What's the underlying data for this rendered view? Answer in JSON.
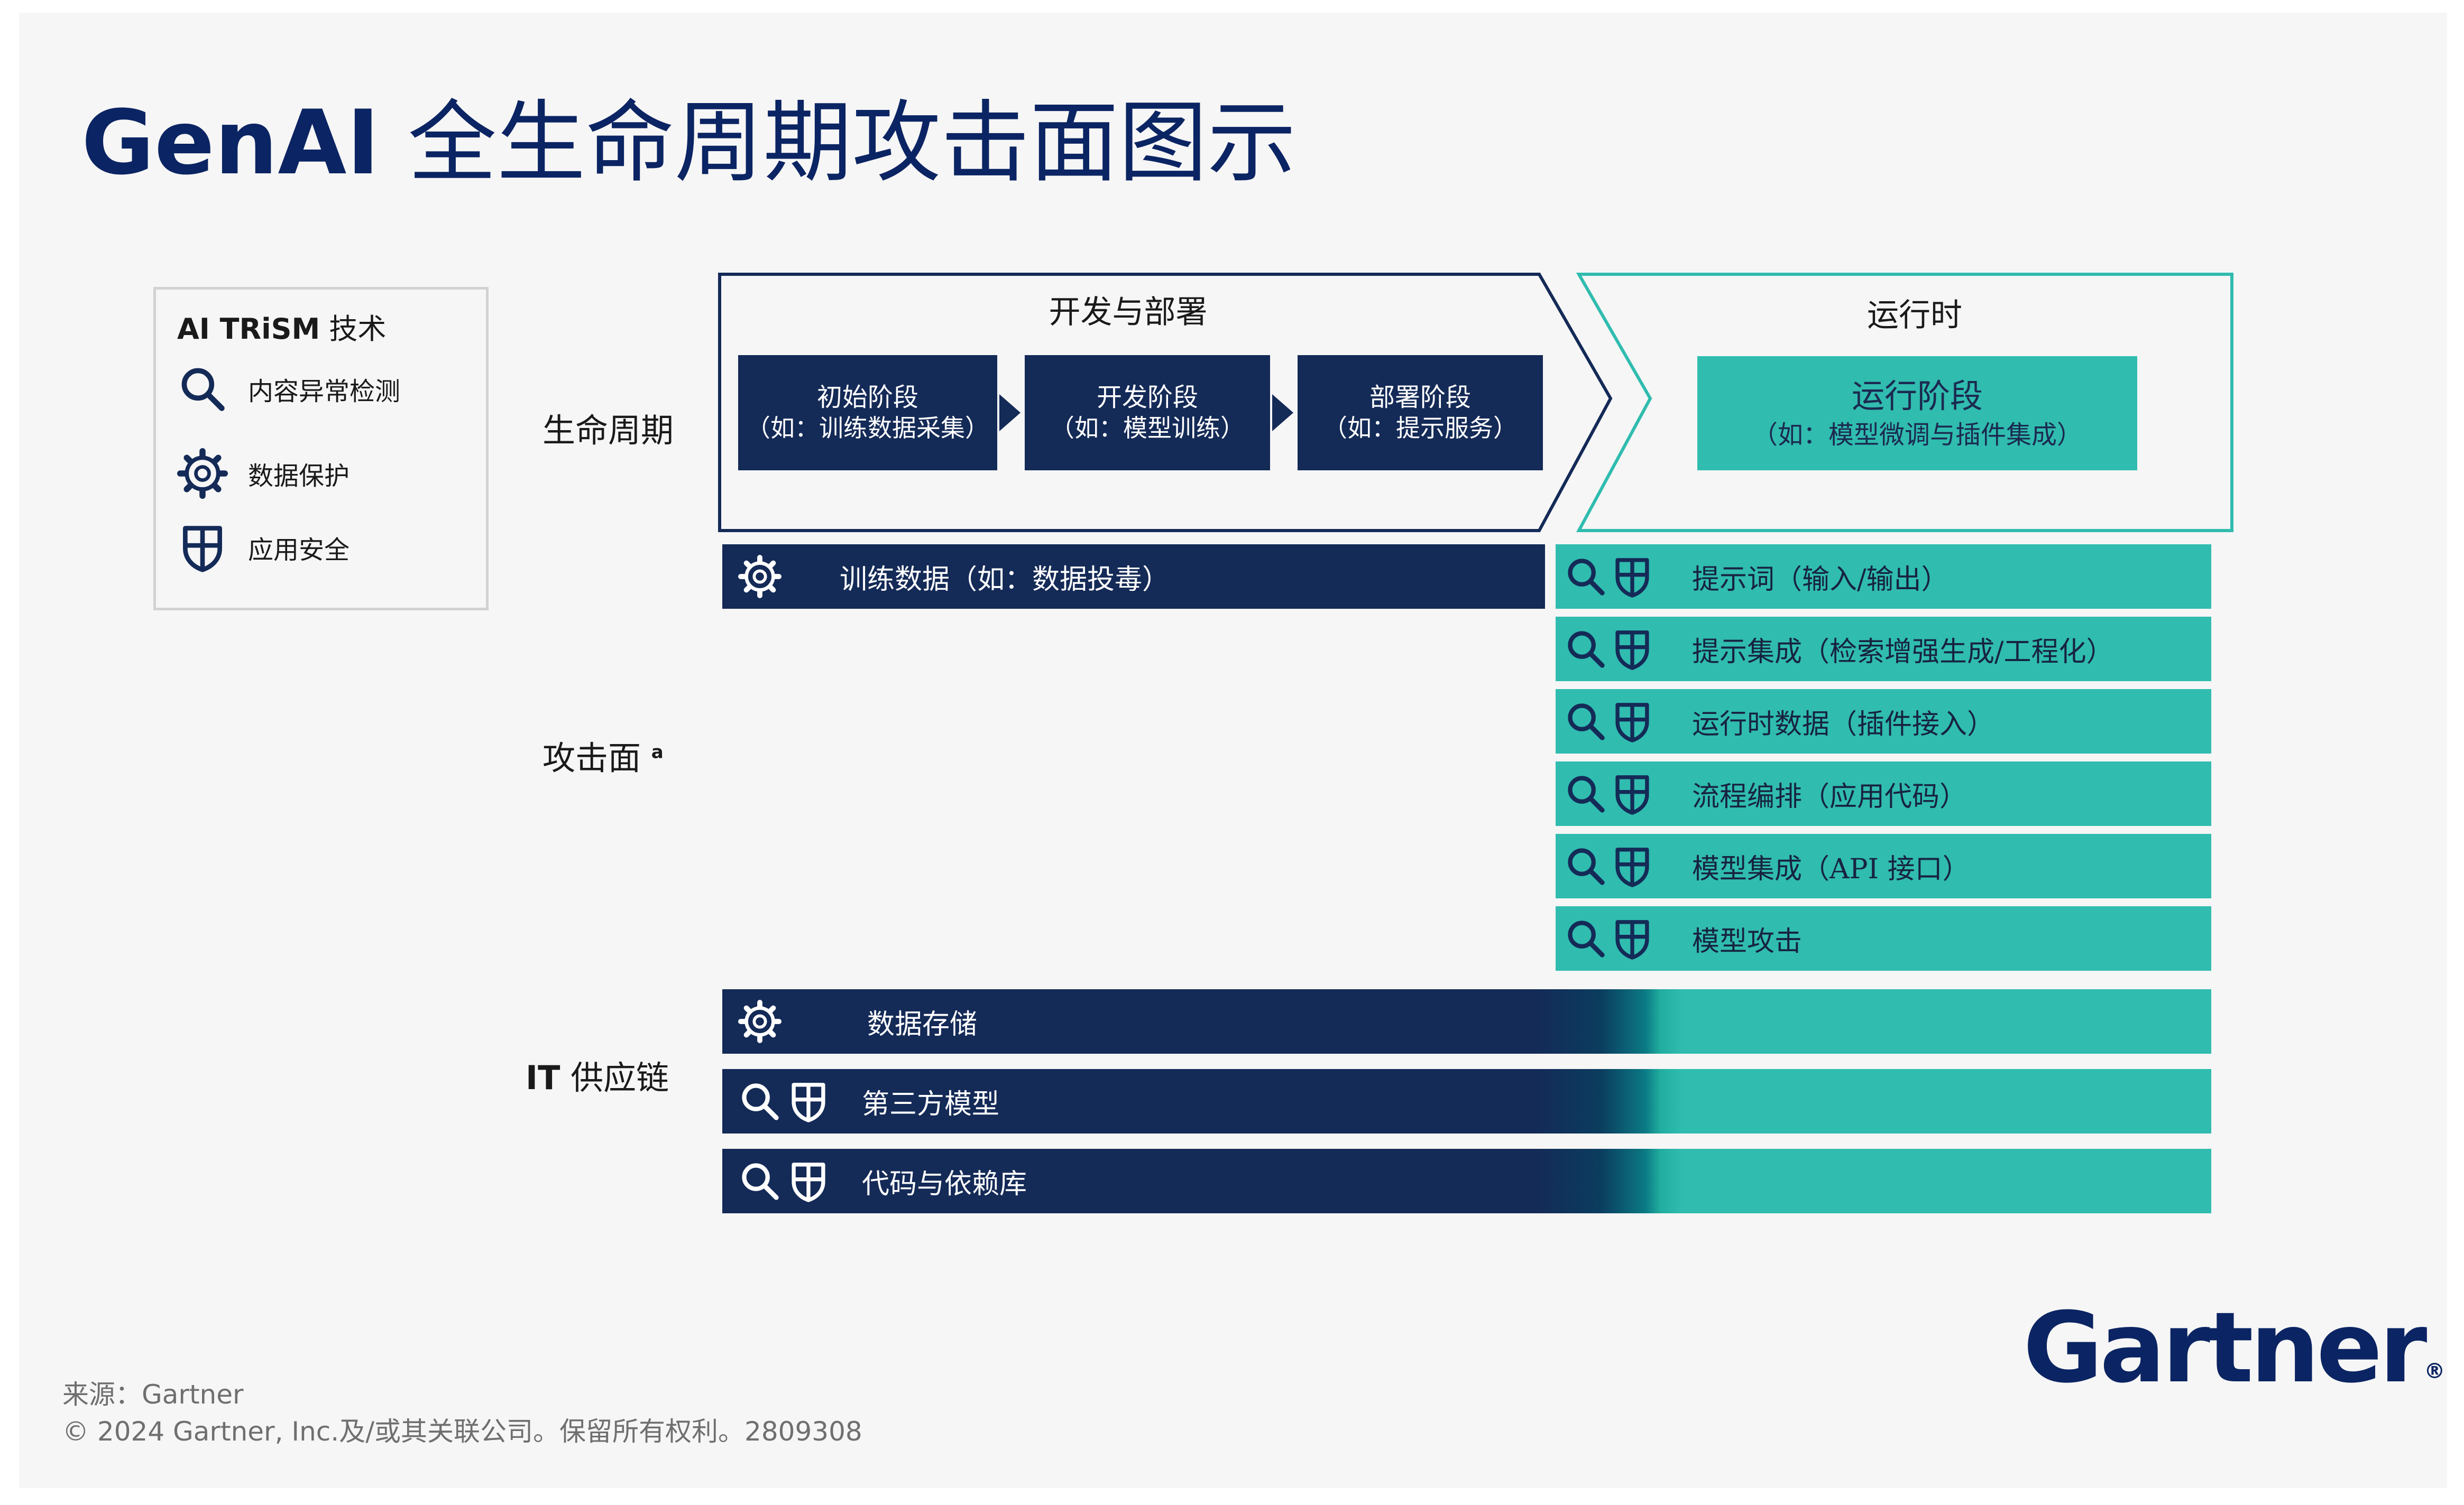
{
  "title": {
    "bold": "GenAI",
    "rest": " 全生命周期攻击面图示"
  },
  "legend": {
    "title_bold": "AI TRiSM",
    "title_rest": " 技术",
    "items": [
      {
        "label": "内容异常检测",
        "icon": "search-icon"
      },
      {
        "label": "数据保护",
        "icon": "gear-icon"
      },
      {
        "label": "应用安全",
        "icon": "shield-icon"
      }
    ]
  },
  "row_labels": {
    "lifecycle": "生命周期",
    "attack_surface": "攻击面",
    "attack_surface_note": "a",
    "supply_chain_bold": "IT",
    "supply_chain_rest": " 供应链"
  },
  "lifecycle": {
    "dev_title": "开发与部署",
    "runtime_title": "运行时",
    "phases": [
      {
        "name": "初始阶段",
        "example": "（如：训练数据采集）"
      },
      {
        "name": "开发阶段",
        "example": "（如：模型训练）"
      },
      {
        "name": "部署阶段",
        "example": "（如：提示服务）"
      }
    ],
    "runtime_phase": {
      "name": "运行阶段",
      "example": "（如：模型微调与插件集成）"
    }
  },
  "attack_surface": {
    "dev_bar": {
      "label": "训练数据（如：数据投毒）",
      "icons": [
        "gear-icon"
      ]
    },
    "runtime_bars": [
      {
        "label": "提示词（输入/输出）",
        "icons": [
          "search-icon",
          "shield-icon"
        ]
      },
      {
        "label": "提示集成（检索增强生成/工程化）",
        "icons": [
          "search-icon",
          "shield-icon"
        ]
      },
      {
        "label": "运行时数据（插件接入）",
        "icons": [
          "search-icon",
          "shield-icon"
        ]
      },
      {
        "label": "流程编排（应用代码）",
        "icons": [
          "search-icon",
          "shield-icon"
        ]
      },
      {
        "label": "模型集成（API 接口）",
        "icons": [
          "search-icon",
          "shield-icon"
        ]
      },
      {
        "label": "模型攻击",
        "icons": [
          "search-icon",
          "shield-icon"
        ]
      }
    ]
  },
  "supply_chain": [
    {
      "label": "数据存储",
      "icons": [
        "gear-icon"
      ]
    },
    {
      "label": "第三方模型",
      "icons": [
        "search-icon",
        "shield-icon"
      ]
    },
    {
      "label": "代码与依赖库",
      "icons": [
        "search-icon",
        "shield-icon"
      ]
    }
  ],
  "footer": {
    "source": "来源：Gartner",
    "copyright": "© 2024 Gartner, Inc.及/或其关联公司。保留所有权利。2809308"
  },
  "logo": {
    "text": "Gartner",
    "mark": "®"
  },
  "colors": {
    "navy": "#142a57",
    "teal": "#30bcaf",
    "title_blue": "#0b2463"
  }
}
